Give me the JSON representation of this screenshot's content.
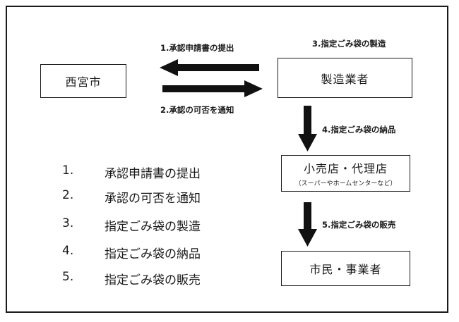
{
  "nodes": {
    "city": "西宮市",
    "manufacturer": "製造業者",
    "retail": "小売店・代理店",
    "retail_sub": "（スーパーやホームセンターなど）",
    "citizens": "市民・事業者"
  },
  "edge_labels": {
    "step1": "1.承認申請書の提出",
    "step2": "2.承認の可否を通知",
    "step3": "3.指定ごみ袋の製造",
    "step4": "4.指定ごみ袋の納品",
    "step5": "5.指定ごみ袋の販売"
  },
  "legend": [
    {
      "num": "1.",
      "text": "承認申請書の提出"
    },
    {
      "num": "2.",
      "text": "承認の可否を通知"
    },
    {
      "num": "3.",
      "text": "指定ごみ袋の製造"
    },
    {
      "num": "4.",
      "text": "指定ごみ袋の納品"
    },
    {
      "num": "5.",
      "text": "指定ごみ袋の販売"
    }
  ]
}
